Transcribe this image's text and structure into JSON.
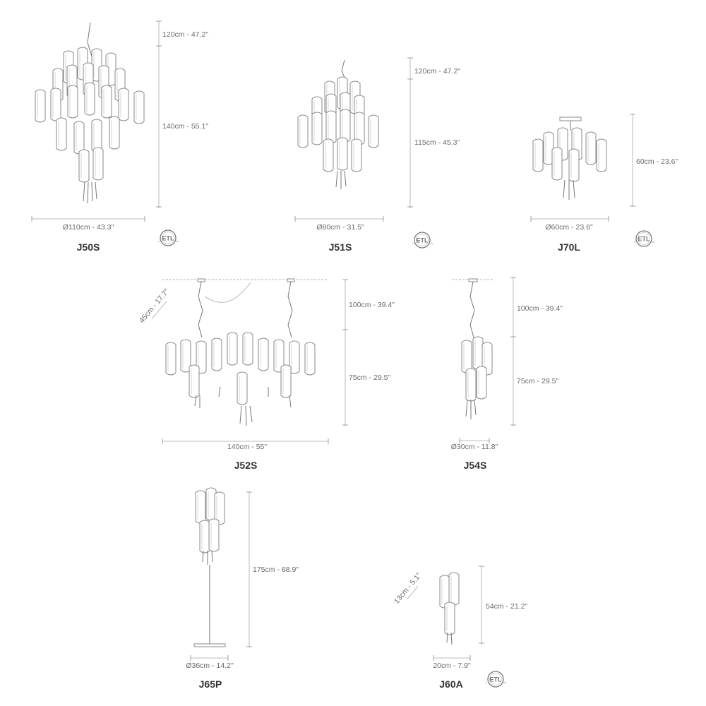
{
  "products": {
    "j50s": {
      "model": "J50S",
      "height_top": "120cm - 47.2\"",
      "height_body": "140cm - 55.1\"",
      "diameter": "Ø110cm - 43.3\"",
      "certified": true
    },
    "j51s": {
      "model": "J51S",
      "height_top": "120cm - 47.2\"",
      "height_body": "115cm - 45.3\"",
      "diameter": "Ø80cm - 31.5\"",
      "certified": true
    },
    "j70l": {
      "model": "J70L",
      "height_body": "60cm - 23.6\"",
      "diameter": "Ø60cm - 23.6\"",
      "certified": true
    },
    "j52s": {
      "model": "J52S",
      "height_top": "100cm - 39.4\"",
      "height_body": "75cm - 29.5\"",
      "depth": "45cm - 17.7\"",
      "width": "140cm - 55\"",
      "certified": false
    },
    "j54s": {
      "model": "J54S",
      "height_top": "100cm - 39.4\"",
      "height_body": "75cm - 29.5\"",
      "diameter": "Ø30cm - 11.8\"",
      "certified": false
    },
    "j65p": {
      "model": "J65P",
      "height_body": "175cm - 68.9\"",
      "diameter": "Ø36cm - 14.2\"",
      "certified": false
    },
    "j60a": {
      "model": "J60A",
      "height_body": "54cm - 21.2\"",
      "depth": "13cm - 5.1\"",
      "width": "20cm - 7.9\"",
      "certified": true
    }
  },
  "certification": {
    "mark": "ETL",
    "left_letter": "C",
    "right_letter": "US"
  }
}
